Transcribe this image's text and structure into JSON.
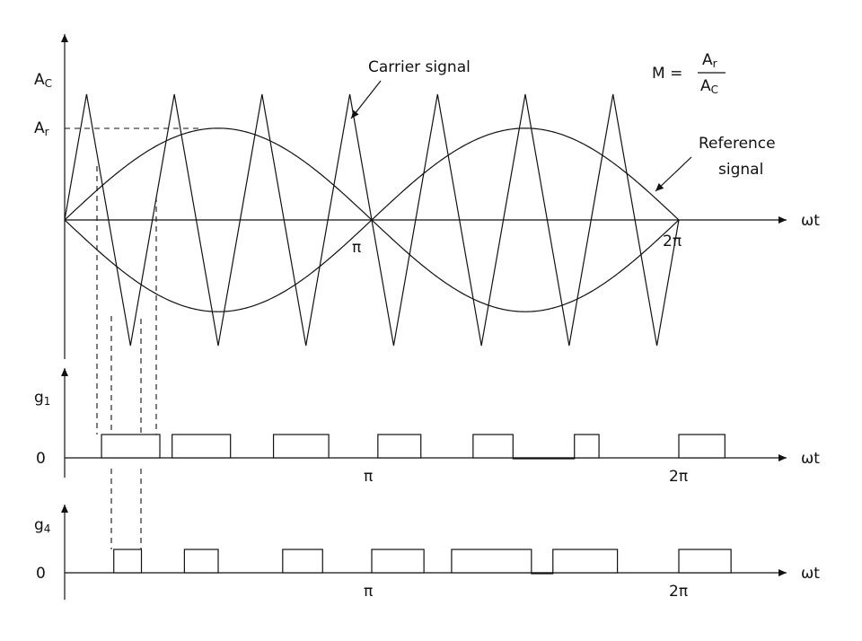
{
  "labels": {
    "ac_main": "A",
    "ac_sub": "C",
    "ar_main": "A",
    "ar_sub": "r",
    "carrier": "Carrier signal",
    "reference_line1": "Reference",
    "reference_line2": "signal",
    "formula_m": "M =",
    "formula_num_main": "A",
    "formula_num_sub": "r",
    "formula_den_main": "A",
    "formula_den_sub": "C",
    "wt": "ωt",
    "pi": "π",
    "two_pi": "2π",
    "g1_main": "g",
    "g1_sub": "1",
    "g4_main": "g",
    "g4_sub": "4",
    "zero": "0"
  },
  "signal": {
    "carrier_cycles": 7,
    "reference_cycles": 1,
    "modulation_index": 0.68
  },
  "pulses": {
    "g1": [
      [
        0.12,
        0.31
      ],
      [
        0.35,
        0.54
      ],
      [
        0.68,
        0.86
      ],
      [
        1.02,
        1.16
      ],
      [
        1.33,
        1.46
      ],
      [
        1.46,
        1.66
      ],
      [
        1.66,
        1.74
      ],
      [
        2.0,
        2.15
      ]
    ],
    "g1_low": [
      5
    ],
    "g4": [
      [
        0.16,
        0.25
      ],
      [
        0.39,
        0.5
      ],
      [
        0.71,
        0.84
      ],
      [
        1.0,
        1.17
      ],
      [
        1.26,
        1.52
      ],
      [
        1.52,
        1.59
      ],
      [
        1.59,
        1.8
      ],
      [
        2.0,
        2.17
      ]
    ],
    "g4_low": [
      5
    ]
  }
}
